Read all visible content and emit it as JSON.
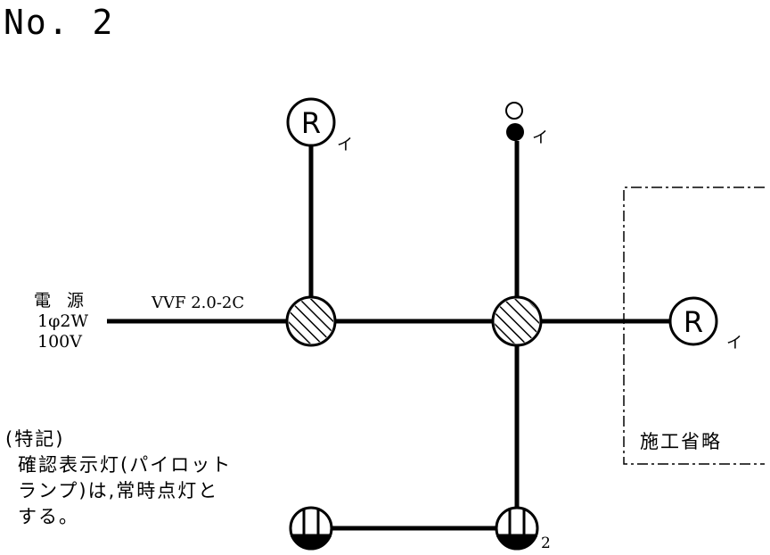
{
  "title": "No. 2",
  "source": {
    "label_line1": "電 源",
    "label_line2": "1φ2W",
    "label_line3": "100V"
  },
  "cable_label": "VVF 2.0-2C",
  "lamp_symbol": "R",
  "label_i_left_lamp": "イ",
  "label_i_switch": "イ",
  "label_i_right_lamp": "イ",
  "outlet_count": "2",
  "omitted_area_label": "施工省略",
  "note": {
    "heading": "(特記)",
    "line1": "確認表示灯(パイロット",
    "line2": "ランプ)は,常時点灯と",
    "line3": "する。"
  },
  "colors": {
    "line": "#000000",
    "background": "#ffffff"
  }
}
